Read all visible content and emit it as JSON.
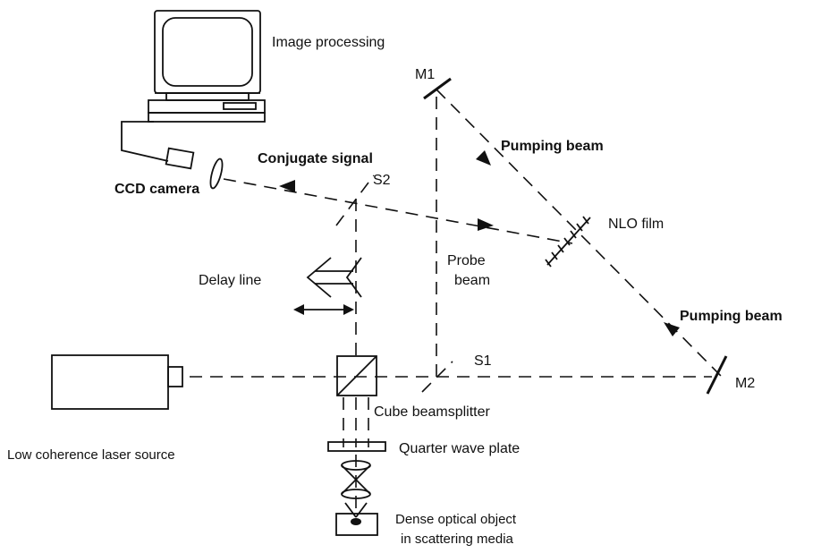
{
  "labels": {
    "image_processing": "Image processing",
    "m1": "M1",
    "pumping_beam_top": "Pumping beam",
    "conjugate_signal": "Conjugate signal",
    "s2": "S2",
    "ccd_camera": "CCD camera",
    "nlo_film": "NLO film",
    "probe_beam_line1": "Probe",
    "probe_beam_line2": "beam",
    "delay_line": "Delay line",
    "pumping_beam_right": "Pumping beam",
    "s1": "S1",
    "m2": "M2",
    "cube_beamsplitter": "Cube beamsplitter",
    "low_coherence_laser": "Low coherence laser source",
    "quarter_wave_plate": "Quarter wave plate",
    "dense_object_line1": "Dense optical object",
    "dense_object_line2": "in scattering media"
  }
}
